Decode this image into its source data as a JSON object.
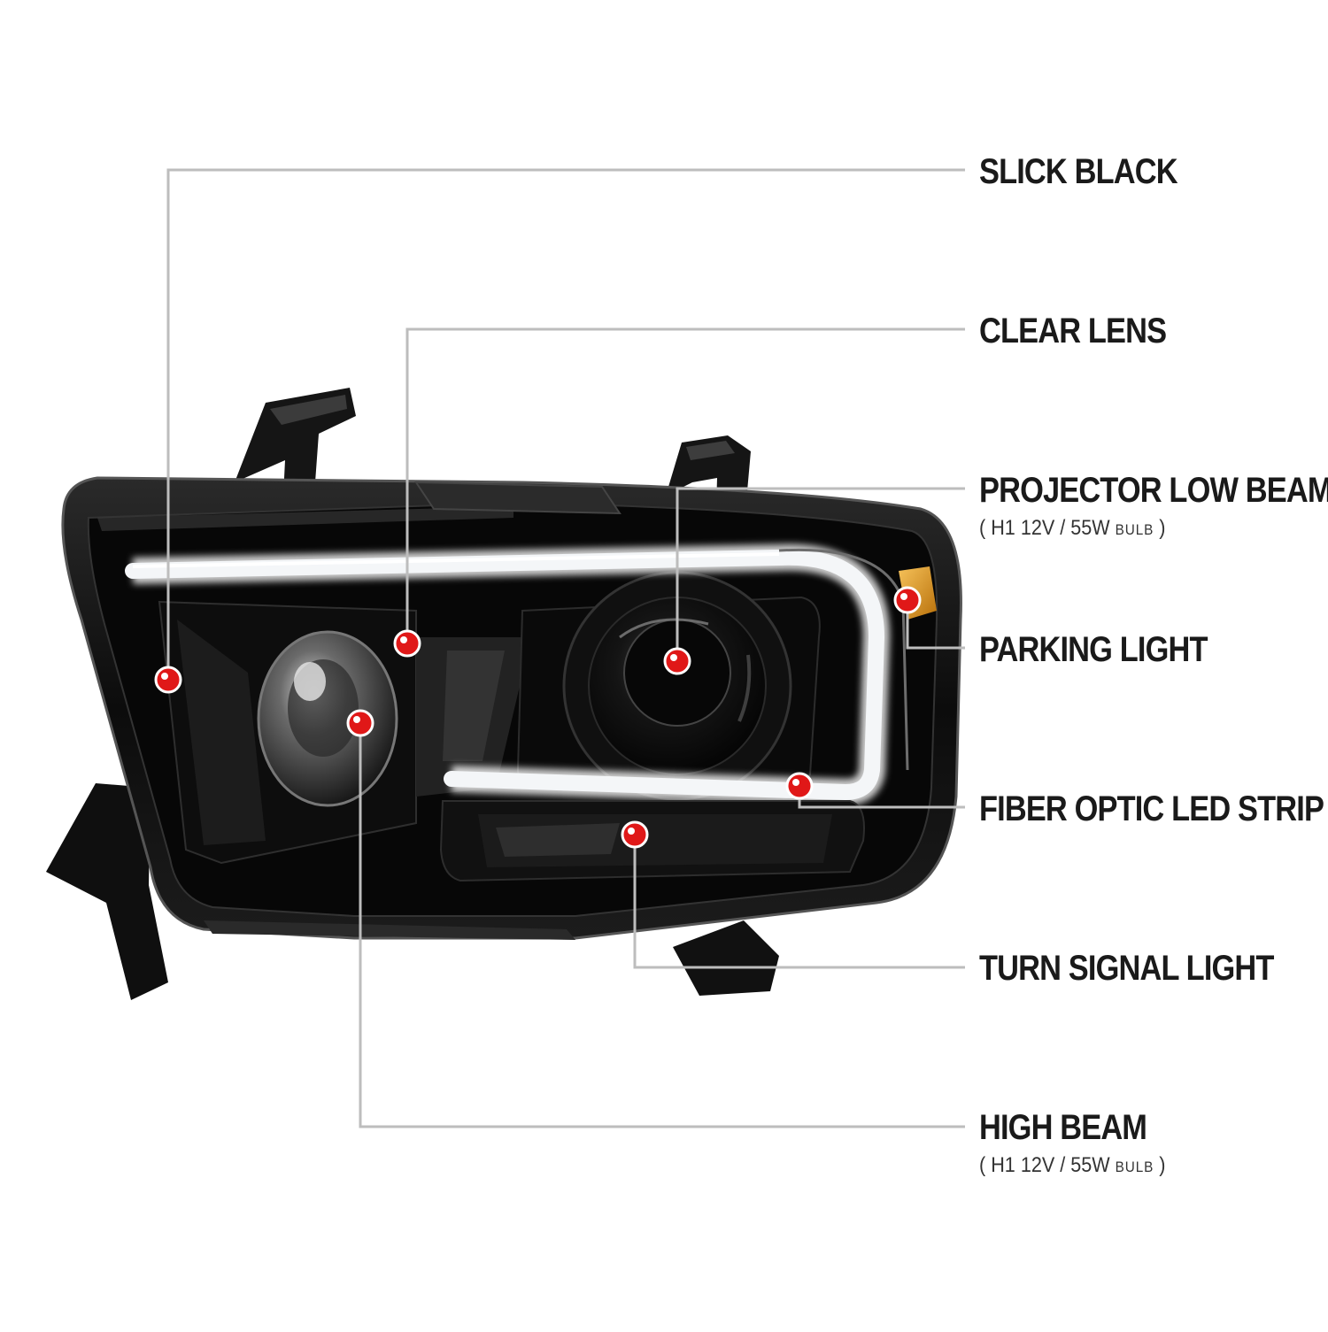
{
  "colors": {
    "background": "#ffffff",
    "leader_line": "#bdbdbd",
    "marker_red": "#e01818",
    "housing_black": "#0b0b0b",
    "led_strip": "#f4f6f8",
    "amber_reflector": "#e8a020",
    "label_text": "#1a1a1a"
  },
  "callouts": [
    {
      "id": "slick-black",
      "label": "SLICK BLACK"
    },
    {
      "id": "clear-lens",
      "label": "CLEAR LENS"
    },
    {
      "id": "projector-low-beam",
      "label": "PROJECTOR LOW BEAM",
      "sub": {
        "open": "( ",
        "spec": "H1  12V / 55W",
        "unit": "BULB",
        "close": " )"
      }
    },
    {
      "id": "parking-light",
      "label": "PARKING LIGHT"
    },
    {
      "id": "fiber-optic-led-strip",
      "label": "FIBER OPTIC LED STRIP"
    },
    {
      "id": "turn-signal-light",
      "label": "TURN SIGNAL LIGHT"
    },
    {
      "id": "high-beam",
      "label": "HIGH BEAM",
      "sub": {
        "open": "( ",
        "spec": "H1  12V / 55W",
        "unit": "BULB",
        "close": " )"
      }
    }
  ]
}
